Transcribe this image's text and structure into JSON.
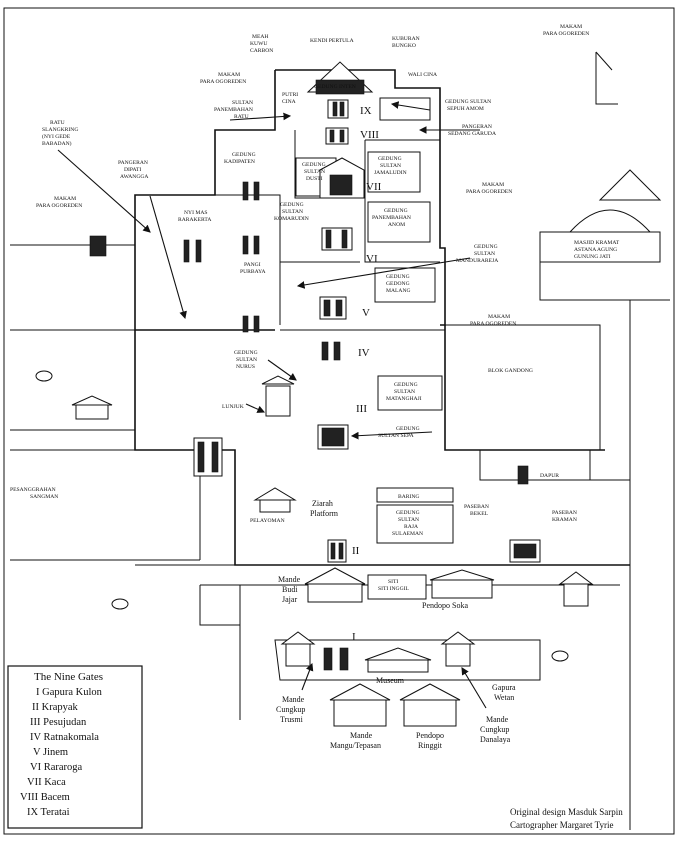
{
  "map": {
    "labels": {
      "meah_kuwu": [
        "MEAH",
        "KUWU",
        "CARBON"
      ],
      "kendi_pertula": "KENDI PERTULA",
      "kuburan_bungko": [
        "KUBURAN",
        "BUNGKO"
      ],
      "makam_top_right": [
        "MAKAM",
        "PARA OGOREDEN"
      ],
      "makam_top_left": [
        "MAKAM",
        "PARA OGOREDEN"
      ],
      "putri_cina": [
        "PUTRI",
        "CINA"
      ],
      "wali_cina": "WALI CINA",
      "gedung_inten": "GEDUNG INTEN",
      "sultan_panembahan": [
        "SULTAN",
        "PANEMBAHAN",
        "RATU"
      ],
      "gedung_sultan_sepuh": [
        "GEDUNG SULTAN",
        "SEPUH AMOM"
      ],
      "pangeran_sedang": [
        "PANGERAN",
        "SEDANG GARUDA"
      ],
      "ratu_slangkring": [
        "RATU",
        "SLANGKRING",
        "(NYI GEDE",
        "BABADAN)"
      ],
      "gedung_kadipaten": [
        "GEDUNG",
        "KADIPATEN"
      ],
      "gedung_sultan_dusti": [
        "GEDUNG",
        "SULTAN",
        "DUSTI"
      ],
      "gedung_sultan_jamaludin": [
        "GEDUNG",
        "SULTAN",
        "JAMALUDIN"
      ],
      "pangeran_dipati": [
        "PANGERAN",
        "DIPATI",
        "AWANGGA"
      ],
      "makam_mid_right": [
        "MAKAM",
        "PARA OGOREDEN"
      ],
      "makam_left": [
        "MAKAM",
        "PARA OGOREDEN"
      ],
      "nyi_mas": [
        "NYI MAS",
        "RARAKERTA"
      ],
      "gedung_sultan_komarudin": [
        "GEDUNG",
        "SULTAN",
        "KOMARUDIN"
      ],
      "gedung_panembahan_anom": [
        "GEDUNG",
        "PANEMBAHAN",
        "ANOM"
      ],
      "masjid_kramat": [
        "MASJID KRAMAT",
        "ASTANA AGUNG",
        "GUNUNG JATI"
      ],
      "gedung_sultan_mandurareja": [
        "GEDUNG",
        "SULTAN",
        "MANDURAREJA"
      ],
      "pangi_purbaya": [
        "PANGI",
        "PURBAYA"
      ],
      "gedung_gedong_malang": [
        "GEDUNG",
        "GEDONG",
        "MALANG"
      ],
      "makam_bottom": [
        "MAKAM",
        "PARA OGOREDEN"
      ],
      "gedung_sultan_nurus": [
        "GEDUNG",
        "SULTAN",
        "NURUS"
      ],
      "blok_gandong": "BLOK GANDONG",
      "lunjuk": "LUNJUK",
      "gedung_sultan_matangaji": [
        "GEDUNG",
        "SULTAN",
        "MATANGHAJI"
      ],
      "gedung_sultan_sepa": [
        "GEDUNG",
        "SULTAN SEPA"
      ],
      "pesanggrahan": [
        "PESANGGRAHAN",
        "SANGMAN"
      ],
      "dapur": "DAPUR",
      "ziarah_platform": [
        "Ziarah",
        "Platform"
      ],
      "baring": "BARING",
      "gedung_sultan_raja": [
        "GEDUNG",
        "SULTAN",
        "RAJA",
        "SULAEMAN"
      ],
      "paseban_bekel": [
        "PASEBAN",
        "BEKEL"
      ],
      "paseban_kraman": [
        "PASEBAN",
        "KRAMAN"
      ],
      "pelayoman": "PELAYOMAN",
      "mande_budi": [
        "Mande",
        "Budi",
        "Jajar"
      ],
      "siti_inggil": [
        "SITI",
        "SITI INGGIL"
      ],
      "pendopo_soka": "Pendopo Soka",
      "museum": "Museum",
      "gapura_wetan": [
        "Gapura",
        "Wetan"
      ],
      "mande_cungkup_trusmi": [
        "Mande",
        "Cungkup",
        "Trusmi"
      ],
      "mande_cungkup_danalaya": [
        "Mande",
        "Cungkup",
        "Danalaya"
      ],
      "mande_mangu": [
        "Mande",
        "Mangu/Tepasan"
      ],
      "pendopo_ringgit": [
        "Pendopo",
        "Ringgit"
      ]
    },
    "gates": [
      "IX",
      "VIII",
      "VII",
      "VI",
      "V",
      "IV",
      "III",
      "II",
      "I"
    ]
  },
  "legend": {
    "title": "The Nine Gates",
    "items": [
      "I Gapura Kulon",
      "II Krapyak",
      "III Pesujudan",
      "IV Ratnakomala",
      "V Jinem",
      "VI Rararoga",
      "VII Kaca",
      "VIII Bacem",
      "IX Teratai"
    ]
  },
  "credits": {
    "line1": "Original design Masduk Sarpin",
    "line2": "Cartographer Margaret Tyrie"
  }
}
